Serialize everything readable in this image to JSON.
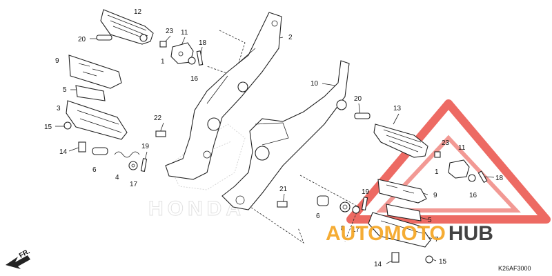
{
  "diagram": {
    "code": "K26AF3000",
    "direction": "FR.",
    "brand_watermark": "HONDA",
    "labels": [
      {
        "id": "l12a",
        "text": "12"
      },
      {
        "id": "l20a",
        "text": "20"
      },
      {
        "id": "l23a",
        "text": "23"
      },
      {
        "id": "l11a",
        "text": "11"
      },
      {
        "id": "l2",
        "text": "2"
      },
      {
        "id": "l9a",
        "text": "9"
      },
      {
        "id": "l1a",
        "text": "1"
      },
      {
        "id": "l18a",
        "text": "18"
      },
      {
        "id": "l16a",
        "text": "16"
      },
      {
        "id": "l5a",
        "text": "5"
      },
      {
        "id": "l3",
        "text": "3"
      },
      {
        "id": "l15a",
        "text": "15"
      },
      {
        "id": "l22",
        "text": "22"
      },
      {
        "id": "l14a",
        "text": "14"
      },
      {
        "id": "l19a",
        "text": "19"
      },
      {
        "id": "l6a",
        "text": "6"
      },
      {
        "id": "l4",
        "text": "4"
      },
      {
        "id": "l17a",
        "text": "17"
      },
      {
        "id": "l10",
        "text": "10"
      },
      {
        "id": "l20b",
        "text": "20"
      },
      {
        "id": "l13",
        "text": "13"
      },
      {
        "id": "l23b",
        "text": "23"
      },
      {
        "id": "l11b",
        "text": "11"
      },
      {
        "id": "l1b",
        "text": "1"
      },
      {
        "id": "l18b",
        "text": "18"
      },
      {
        "id": "l16b",
        "text": "16"
      },
      {
        "id": "l9b",
        "text": "9"
      },
      {
        "id": "l19b",
        "text": "19"
      },
      {
        "id": "l21",
        "text": "21"
      },
      {
        "id": "l6b",
        "text": "6"
      },
      {
        "id": "l8",
        "text": "8"
      },
      {
        "id": "l17b",
        "text": "17"
      },
      {
        "id": "l5b",
        "text": "5"
      },
      {
        "id": "l7",
        "text": "7"
      },
      {
        "id": "l14b",
        "text": "14"
      },
      {
        "id": "l15b",
        "text": "15"
      }
    ]
  },
  "watermark": {
    "part1": "AUTO",
    "part2": "MOTO",
    "part3": "HUB",
    "color_orange": "#f5a623",
    "color_dark": "#333333",
    "color_red": "#e8453c"
  }
}
